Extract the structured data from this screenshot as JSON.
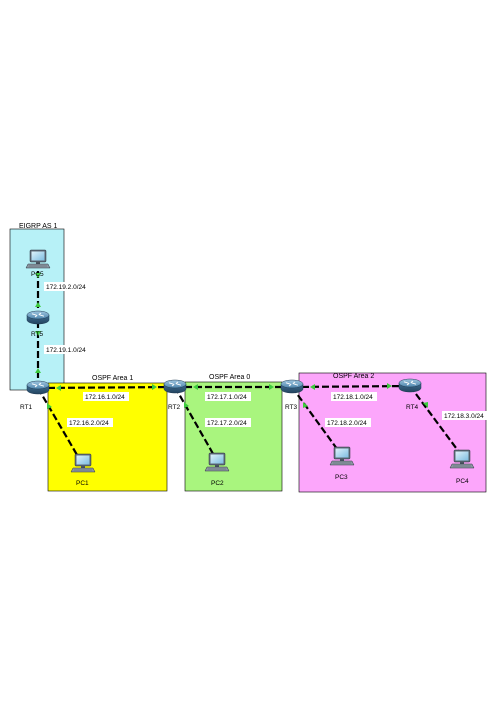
{
  "areas": {
    "eigrp": {
      "label": "EIGRP AS 1",
      "color": "#b7f1f7"
    },
    "ospf1": {
      "label": "OSPF Area 1",
      "color": "#ffff00"
    },
    "ospf0": {
      "label": "OSPF Area 0",
      "color": "#a9f57e"
    },
    "ospf2": {
      "label": "OSPF Area 2",
      "color": "#fca6fb"
    }
  },
  "devices": {
    "rt1": "RT1",
    "rt2": "RT2",
    "rt3": "RT3",
    "rt4": "RT4",
    "rt5": "RT5",
    "pc1": "PC1",
    "pc2": "PC2",
    "pc3": "PC3",
    "pc4": "PC4",
    "pc5": "PC5"
  },
  "networks": {
    "rt1_rt2": "172.16.1.0/24",
    "rt1_pc1": "172.16.2.0/24",
    "rt2_rt3": "172.17.1.0/24",
    "rt2_pc2": "172.17.2.0/24",
    "rt3_rt4": "172.18.1.0/24",
    "rt3_pc3": "172.18.2.0/24",
    "rt4_pc4": "172.18.3.0/24",
    "rt1_rt5": "172.19.1.0/24",
    "rt5_pc5": "172.19.2.0/24"
  },
  "colors": {
    "link": "#000000",
    "link_end": "#3ecb3e",
    "router": "#3d6f93"
  },
  "icons": {
    "router": "router-icon",
    "pc": "pc-icon"
  }
}
